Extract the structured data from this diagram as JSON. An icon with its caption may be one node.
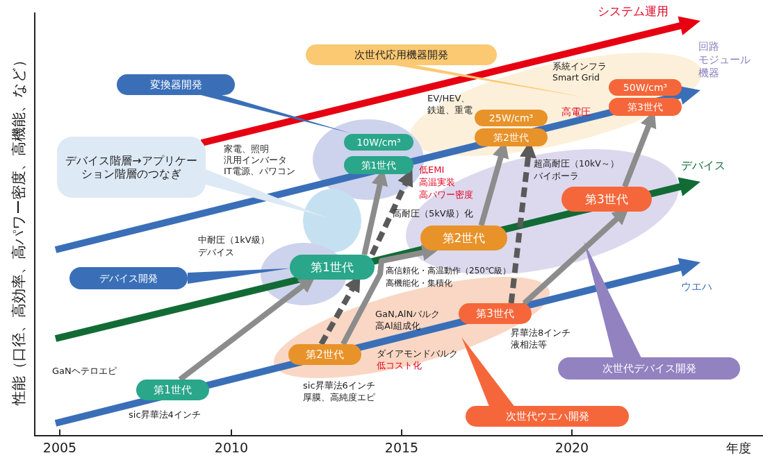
{
  "diagram": {
    "nodes": [
      {
        "text": [
          "次世代応用機器開発"
        ]
      },
      {
        "text": [
          "変換器開発"
        ]
      },
      {
        "text": [],
        "shape": "ellipse"
      },
      {
        "text": [
          "25W/cm³"
        ],
        "in": 2
      },
      {
        "text": [
          "第2世代"
        ],
        "in": 2
      },
      {
        "text": [
          "50W/cm³"
        ],
        "in": 2
      },
      {
        "text": [
          "第3世代"
        ],
        "in": 2
      },
      {
        "text": [],
        "shape": "ellipse"
      },
      {
        "text": [
          "10W/cm³"
        ],
        "in": 7
      },
      {
        "text": [
          "第1世代"
        ],
        "in": 7
      },
      {
        "text": [
          "デバイス階層→アプリケーション階層のつなぎ"
        ]
      },
      {
        "text": [],
        "shape": "ellipse"
      },
      {
        "text": [
          "第2世代"
        ],
        "in": 11
      },
      {
        "text": [
          "第3世代"
        ],
        "in": 11
      },
      {
        "text": [
          "第1世代"
        ]
      },
      {
        "text": [
          "デバイス開発"
        ]
      },
      {
        "text": [],
        "shape": "ellipse"
      },
      {
        "text": [
          "第2世代"
        ],
        "in": 16
      },
      {
        "text": [
          "第3世代"
        ],
        "in": 16
      },
      {
        "text": [
          "第1世代"
        ]
      },
      {
        "text": [
          "次世代デバイス開発"
        ]
      },
      {
        "text": [
          "次世代ウエハ開発"
        ]
      },
      {
        "text": [],
        "shape": "ellipse"
      }
    ],
    "edges": [
      {
        "from": 0,
        "to": 2,
        "arrow": "none",
        "color": "#fbc972"
      },
      {
        "from": 1,
        "to": 7,
        "arrow": "none",
        "color": "#3a6fb8"
      },
      {
        "from": 10,
        "to": 22,
        "arrow": "none",
        "color": "#dde9f5"
      },
      {
        "from": 15,
        "to": 14,
        "arrow": "none",
        "color": "#3a6fb8"
      },
      {
        "from": 20,
        "to": 11,
        "arrow": "none",
        "color": "#9282c0"
      },
      {
        "from": 21,
        "to": 16,
        "arrow": "none",
        "color": "#f5673a"
      },
      {
        "from": 19,
        "to": 14,
        "arrow": "to"
      },
      {
        "from": 14,
        "to": 9,
        "arrow": "to"
      },
      {
        "from": 17,
        "to": 14,
        "arrow": "to",
        "style": "dashed",
        "color": "#5a5a5a"
      },
      {
        "from": 14,
        "to": 9,
        "arrow": "to",
        "style": "dashed",
        "color": "#5a5a5a"
      },
      {
        "from": 17,
        "to": 12,
        "arrow": "to"
      },
      {
        "from": 12,
        "to": 4,
        "arrow": "to"
      },
      {
        "from": 18,
        "to": 4,
        "arrow": "to",
        "style": "dashed",
        "color": "#5a5a5a"
      },
      {
        "from": 18,
        "to": 13,
        "arrow": "to"
      },
      {
        "from": 13,
        "to": 6,
        "arrow": "to"
      }
    ],
    "labels": [
      "システム運用",
      "回路",
      "モジュール",
      "機器",
      "系統インフラ",
      "Smart Grid",
      "EV/HEV、",
      "鉄道、重電",
      "高電圧",
      "家電、照明",
      "汎用インバータ",
      "IT電源、パワコン",
      "低EMI",
      "高温実装",
      "高パワー密度",
      "超高耐圧（10kV～）",
      "バイポーラ",
      "デバイス",
      "高耐圧（5kV級）化",
      "中耐圧（1kV級）",
      "デバイス",
      "高信頼化・高温動作（250℃級）",
      "高機能化・集積化",
      "ウエハ",
      "GaN,AlNバルク",
      "高Al組成化",
      "昇華法8インチ",
      "液相法等",
      "ダイアモンドバルク",
      "低コスト化",
      "GaNヘテロエピ",
      "sic昇華法6インチ",
      "厚膜、高純度エピ",
      "sic昇華法4インチ",
      "2005",
      "2010",
      "2015",
      "2020",
      "年度",
      "性能（口径、高効率、高パワー密度、高機能、など）"
    ]
  }
}
